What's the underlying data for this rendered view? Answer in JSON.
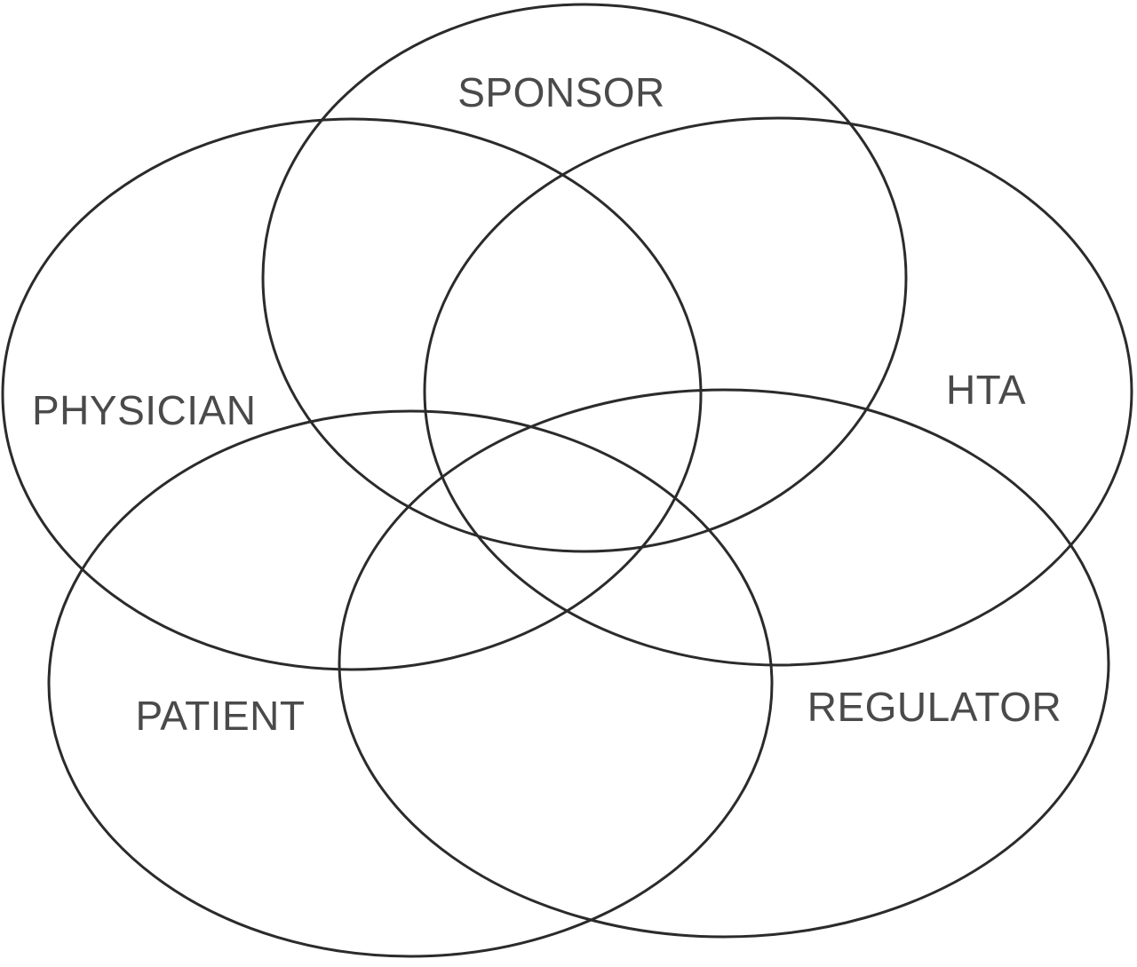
{
  "diagram": {
    "sets": [
      {
        "id": "sponsor",
        "label": "SPONSOR"
      },
      {
        "id": "physician",
        "label": "PHYSICIAN"
      },
      {
        "id": "hta",
        "label": "HTA"
      },
      {
        "id": "patient",
        "label": "PATIENT"
      },
      {
        "id": "regulator",
        "label": "REGULATOR"
      }
    ],
    "colors": {
      "outline": "#2b2b2b",
      "label": "#4a4a4a",
      "background": "#ffffff"
    }
  }
}
